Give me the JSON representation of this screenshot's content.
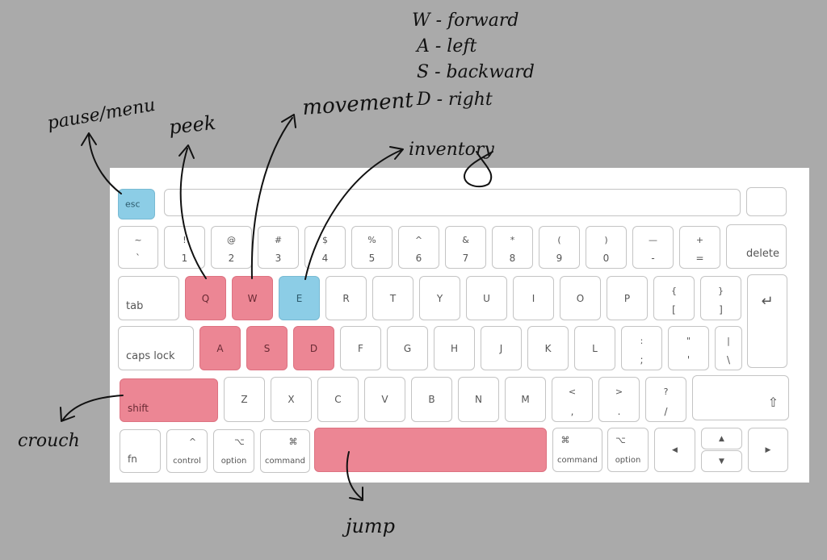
{
  "keyboard": {
    "row0": {
      "esc": "esc"
    },
    "row1": [
      {
        "top": "~",
        "bot": "`"
      },
      {
        "top": "!",
        "bot": "1"
      },
      {
        "top": "@",
        "bot": "2"
      },
      {
        "top": "#",
        "bot": "3"
      },
      {
        "top": "$",
        "bot": "4"
      },
      {
        "top": "%",
        "bot": "5"
      },
      {
        "top": "^",
        "bot": "6"
      },
      {
        "top": "&",
        "bot": "7"
      },
      {
        "top": "*",
        "bot": "8"
      },
      {
        "top": "(",
        "bot": "9"
      },
      {
        "top": ")",
        "bot": "0"
      },
      {
        "top": "—",
        "bot": "-"
      },
      {
        "top": "+",
        "bot": "="
      }
    ],
    "delete": "delete",
    "tab": "tab",
    "row2": [
      "Q",
      "W",
      "E",
      "R",
      "T",
      "Y",
      "U",
      "I",
      "O",
      "P"
    ],
    "lbrace": {
      "top": "{",
      "bot": "["
    },
    "rbrace": {
      "top": "}",
      "bot": "]"
    },
    "enter_glyph": "↵",
    "caps": "caps lock",
    "row3": [
      "A",
      "S",
      "D",
      "F",
      "G",
      "H",
      "J",
      "K",
      "L"
    ],
    "semicolon": {
      "top": ":",
      "bot": ";"
    },
    "quote": {
      "top": "\"",
      "bot": "'"
    },
    "pipe": {
      "top": "|",
      "bot": "\\"
    },
    "shift": "shift",
    "row4": [
      "Z",
      "X",
      "C",
      "V",
      "B",
      "N",
      "M"
    ],
    "comma": {
      "top": "<",
      "bot": ","
    },
    "period": {
      "top": ">",
      "bot": "."
    },
    "slash": {
      "top": "?",
      "bot": "/"
    },
    "rshift_glyph": "⇧",
    "fn": "fn",
    "control": {
      "glyph": "^",
      "label": "control"
    },
    "option": {
      "glyph": "⌥",
      "label": "option"
    },
    "command": {
      "glyph": "⌘",
      "label": "command"
    },
    "rcommand": {
      "glyph": "⌘",
      "label": "command"
    },
    "roption": {
      "glyph": "⌥",
      "label": "option"
    },
    "arrows": {
      "left": "◀",
      "up": "▲",
      "down": "▼",
      "right": "▶"
    }
  },
  "annotations": {
    "pause": "pause/menu",
    "peek": "peek",
    "movement": "movement",
    "inventory": "inventory",
    "crouch": "crouch",
    "jump": "jump",
    "legend": [
      "W - forward",
      "A - left",
      "S - backward",
      "D - right"
    ]
  },
  "colors": {
    "action_red": "#ec8694",
    "action_blue": "#8ccde6",
    "background": "#aaaaaa"
  }
}
